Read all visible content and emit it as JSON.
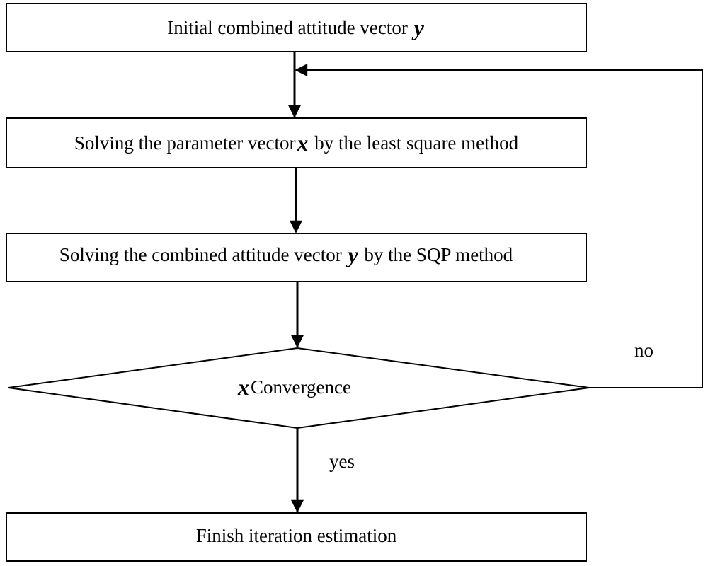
{
  "nodes": {
    "start": {
      "text": "Initial combined attitude vector ",
      "var": "y"
    },
    "least_square": {
      "text_before": "Solving the parameter vector",
      "var": "x",
      "text_after": " by the least square method"
    },
    "sqp": {
      "text_before": "Solving the combined attitude vector ",
      "var": "y",
      "text_after": " by the SQP method"
    },
    "decision": {
      "var": "x",
      "text": "Convergence"
    },
    "end": {
      "text": "Finish iteration estimation"
    }
  },
  "edges": {
    "no_label": "no",
    "yes_label": "yes"
  },
  "colors": {
    "stroke": "#000000",
    "background": "#ffffff"
  }
}
